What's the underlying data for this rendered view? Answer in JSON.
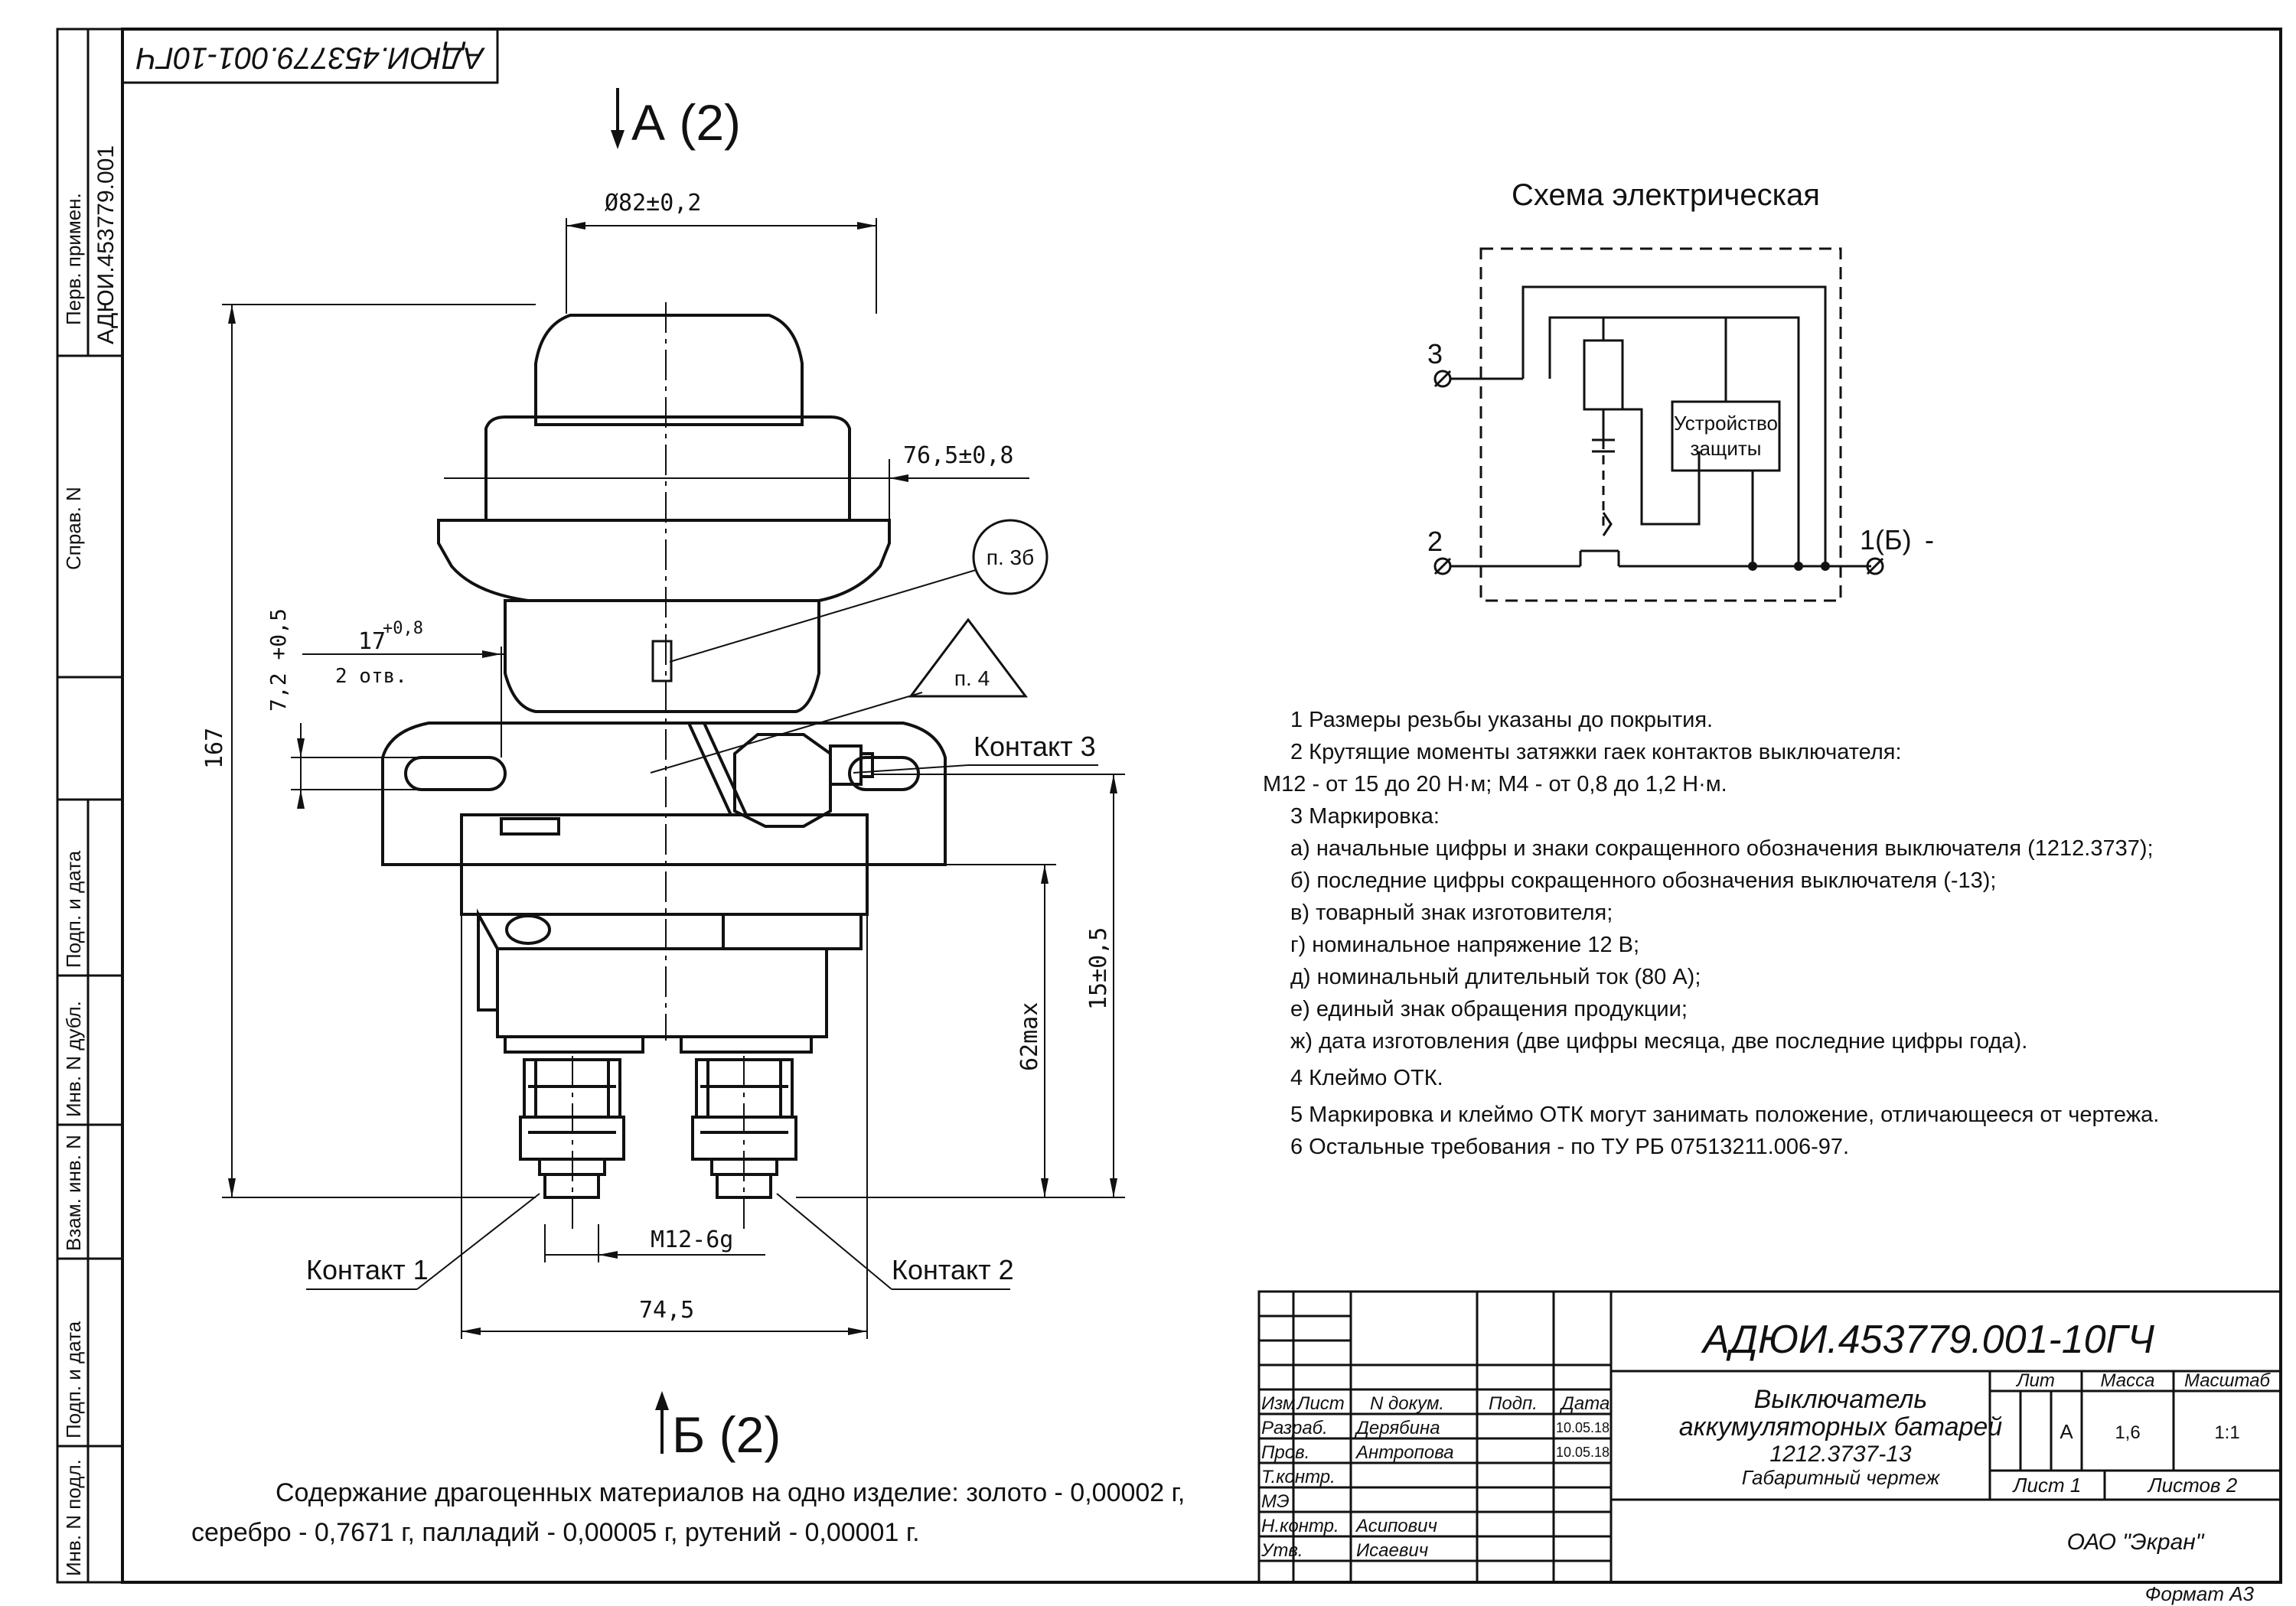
{
  "designation": "АДЮИ.453779.001-10ГЧ",
  "views": {
    "view_a": "А (2)",
    "view_b": "Б (2)"
  },
  "dimensions": {
    "diameter": "Ø82±0,2",
    "width_top": "76,5±0,8",
    "height_total": "167",
    "hole_offset": "7,2 +0,5",
    "hole_size": "17",
    "hole_size_tol": "+0,8",
    "hole_count": "2 отв.",
    "height_lower": "15±0,5",
    "height_max": "62max",
    "thread": "M12-6g",
    "width_base": "74,5"
  },
  "callouts": {
    "p3b": "п. 3б",
    "p4": "п. 4"
  },
  "contacts": {
    "c1": "Контакт 1",
    "c2": "Контакт 2",
    "c3": "Контакт 3"
  },
  "schematic": {
    "title": "Схема электрическая",
    "pin3": "3",
    "pin2": "2",
    "pin1": "1(Б)",
    "pin1_sign": "-",
    "device_line1": "Устройство",
    "device_line2": "защиты"
  },
  "notes": [
    "1 Размеры резьбы указаны до покрытия.",
    "2 Крутящие моменты затяжки гаек контактов выключателя:",
    "М12 - от 15 до 20 Н·м;  М4 - от 0,8 до 1,2 Н·м.",
    "3 Маркировка:",
    "а)  начальные цифры и знаки сокращенного обозначения выключателя (1212.3737);",
    "б)  последние цифры сокращенного обозначения выключателя (-13);",
    "в)  товарный знак изготовителя;",
    "г)  номинальное напряжение 12 В;",
    "д) номинальный длительный ток (80 А);",
    "е)  единый знак обращения продукции;",
    "ж)  дата изготовления (две  цифры месяца, две последние цифры года).",
    "4  Клеймо ОТК.",
    "5 Маркировка и клеймо ОТК могут занимать положение, отличающееся от чертежа.",
    "6  Остальные требования - по  ТУ РБ 07513211.006-97."
  ],
  "precious_metals": {
    "line1": "Содержание драгоценных материалов  на одно изделие: золото - 0,00002 г,",
    "line2": "серебро - 0,7671 г, палладий - 0,00005 г, рутений - 0,00001 г."
  },
  "left_strip": {
    "perv_primen": "Перв. примен.",
    "perv_value": "АДЮИ.453779.001",
    "sprav": "Справ. N",
    "podp_data_1": "Подп. и дата",
    "inv_dubl": "Инв. N дубл.",
    "vzam_inv": "Взам. инв. N",
    "podp_data_2": "Подп. и дата",
    "inv_podl": "Инв. N подл."
  },
  "title_block": {
    "designation": "АДЮИ.453779.001-10ГЧ",
    "headers": {
      "izm": "Изм",
      "list": "Лист",
      "n_dokum": "N докум.",
      "podp": "Подп.",
      "data": "Дата"
    },
    "roles": [
      {
        "role": "Разраб.",
        "name": "Дерябина",
        "date": "10.05.18"
      },
      {
        "role": "Пров.",
        "name": "Антропова",
        "date": "10.05.18"
      },
      {
        "role": "Т.контр.",
        "name": "",
        "date": ""
      },
      {
        "role": "МЭ",
        "name": "",
        "date": ""
      },
      {
        "role": "Н.контр.",
        "name": "Асипович",
        "date": ""
      },
      {
        "role": "Утв.",
        "name": "Исаевич",
        "date": ""
      }
    ],
    "product_line1": "Выключатель",
    "product_line2": "аккумуляторных батарей",
    "product_line3": "1212.3737-13",
    "product_line4": "Габаритный чертеж",
    "lit_label": "Лит",
    "mass_label": "Масса",
    "scale_label": "Масштаб",
    "lit_value": "А",
    "mass_value": "1,6",
    "scale_value": "1:1",
    "sheet": "Лист 1",
    "sheets": "Листов 2",
    "company": "ОАО \"Экран\"",
    "format": "Формат  А3"
  }
}
